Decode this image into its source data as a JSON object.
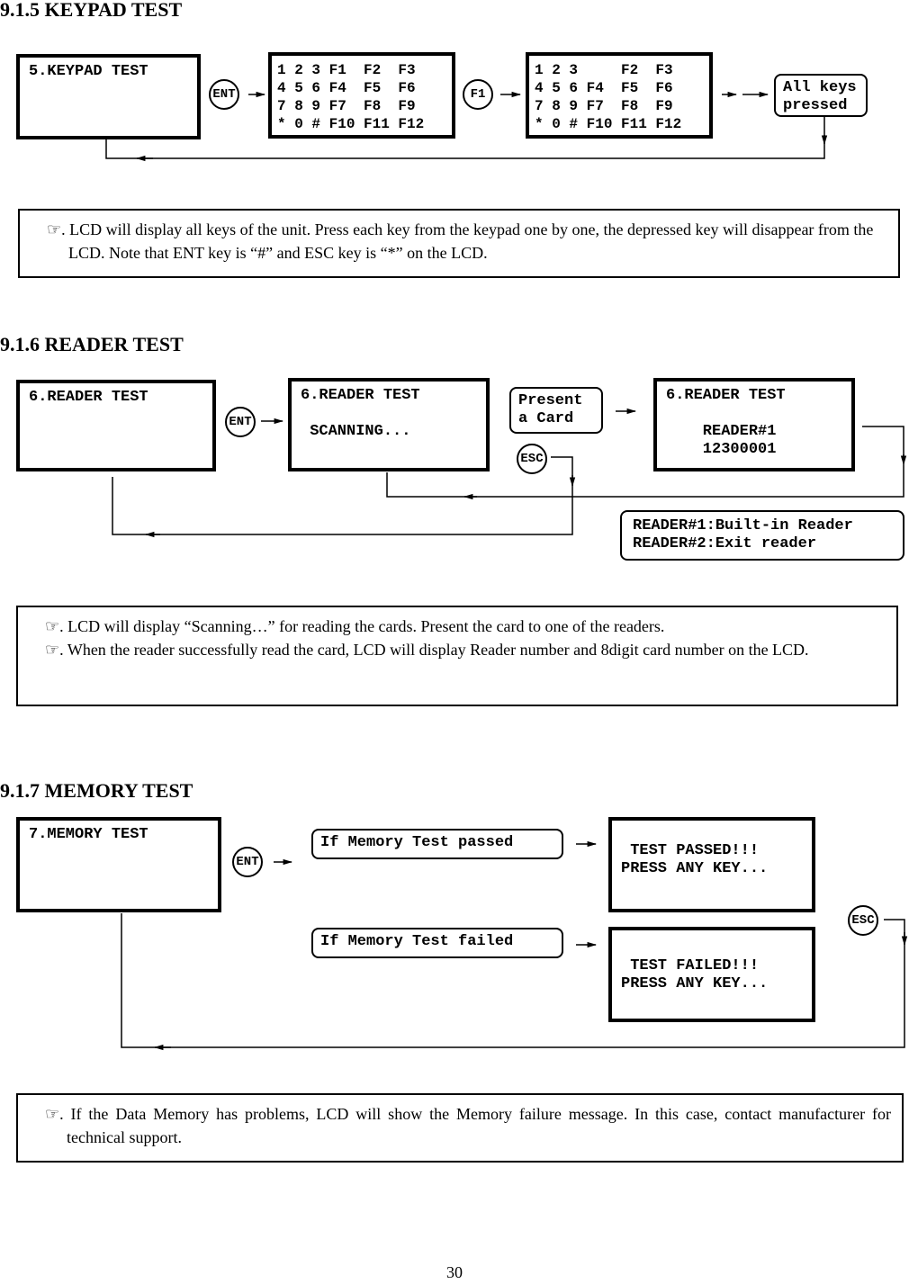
{
  "page_number": "30",
  "note_symbol": "☞.",
  "keypad": {
    "heading": "9.1.5 KEYPAD TEST",
    "lcd_menu": "5.KEYPAD TEST",
    "lcd_all_keys": "1 2 3 F1  F2  F3\n4 5 6 F4  F5  F6\n7 8 9 F7  F8  F9\n* 0 # F10 F11 F12",
    "lcd_keys_after_f1": "1 2 3     F2  F3\n4 5 6 F4  F5  F6\n7 8 9 F7  F8  F9\n* 0 # F10 F11 F12",
    "key_ent": "ENT",
    "key_f1": "F1",
    "pill_all_pressed": "All keys\npressed",
    "notes": [
      "LCD will display all keys of the unit. Press each key from the keypad one by one, the depressed key will disappear from the LCD. Note that ENT key is “#” and ESC key is “*” on the LCD."
    ]
  },
  "reader": {
    "heading": "9.1.6 READER TEST",
    "lcd_menu": "6.READER TEST",
    "lcd_scanning": "6.READER TEST\n\n SCANNING...",
    "lcd_result": "6.READER TEST\n\n    READER#1\n    12300001",
    "key_ent": "ENT",
    "key_esc": "ESC",
    "pill_present": "Present\na Card",
    "pill_readers": "READER#1:Built-in Reader\nREADER#2:Exit reader",
    "notes": [
      "LCD will display “Scanning…” for reading the cards. Present the card to one of the readers.",
      "When the reader successfully read the card, LCD will display Reader number and 8digit card number on the LCD."
    ]
  },
  "memory": {
    "heading": "9.1.7 MEMORY TEST",
    "lcd_menu": "7.MEMORY TEST",
    "key_ent": "ENT",
    "key_esc": "ESC",
    "pill_passed": "If Memory Test passed",
    "pill_failed": "If Memory Test failed",
    "lcd_passed": " TEST PASSED!!!\nPRESS ANY KEY...",
    "lcd_failed": " TEST FAILED!!!\nPRESS ANY KEY...",
    "notes": [
      "If the Data Memory has problems, LCD will show the Memory failure message. In this case, contact manufacturer for technical support."
    ]
  }
}
